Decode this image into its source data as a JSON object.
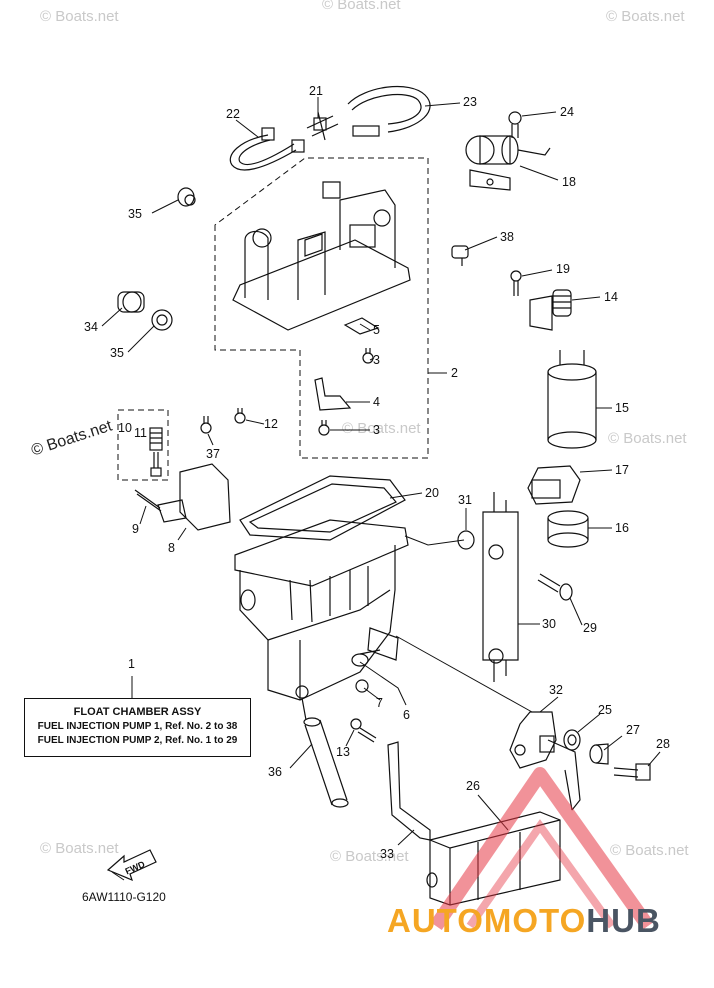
{
  "watermark": "© Boats.net",
  "info_box": {
    "callout": "1",
    "title": "FLOAT CHAMBER ASSY",
    "line1": "FUEL INJECTION PUMP 1, Ref. No. 2 to 38",
    "line2": "FUEL INJECTION PUMP 2, Ref. No. 1 to 29"
  },
  "diagram_code": "6AW1110-G120",
  "fwd_label": "FWD",
  "logo": {
    "part1": "AUTOMOTO",
    "part2": "HUB",
    "color1": "#f5a623",
    "color2": "#4a5563",
    "triangle_color": "#e63946"
  },
  "callouts": {
    "c2": "2",
    "c3a": "3",
    "c3b": "3",
    "c4": "4",
    "c5": "5",
    "c6": "6",
    "c7": "7",
    "c8": "8",
    "c9": "9",
    "c10": "10",
    "c11": "11",
    "c12": "12",
    "c13": "13",
    "c14": "14",
    "c15": "15",
    "c16": "16",
    "c17": "17",
    "c18": "18",
    "c19": "19",
    "c20": "20",
    "c21": "21",
    "c22": "22",
    "c23": "23",
    "c24": "24",
    "c25": "25",
    "c26": "26",
    "c27": "27",
    "c28": "28",
    "c29": "29",
    "c30": "30",
    "c31": "31",
    "c32": "32",
    "c33": "33",
    "c34": "34",
    "c35a": "35",
    "c35b": "35",
    "c36": "36",
    "c37": "37",
    "c38": "38"
  }
}
